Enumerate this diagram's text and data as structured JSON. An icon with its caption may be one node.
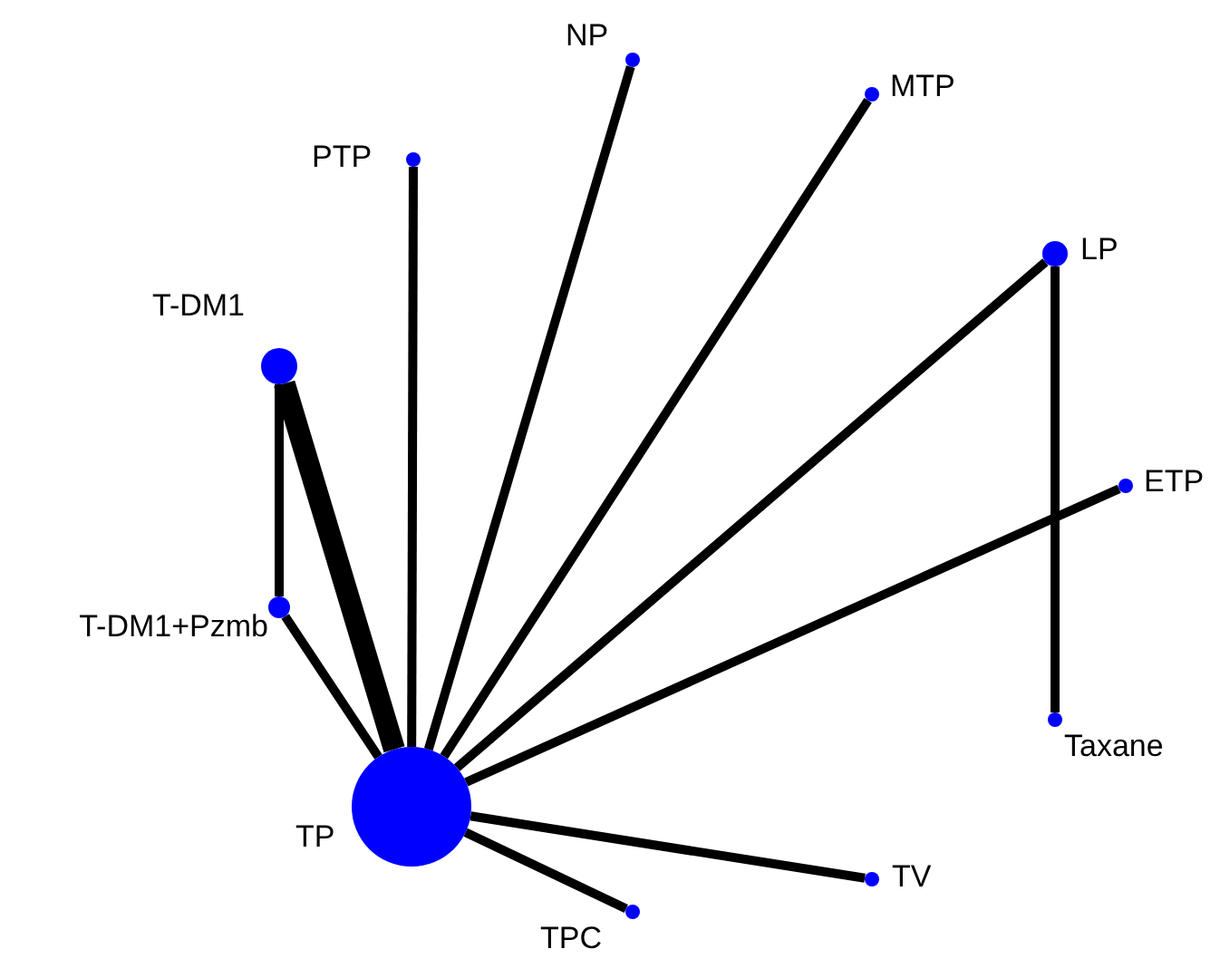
{
  "diagram": {
    "nodes": [
      {
        "text": [],
        "shape": "circle",
        "beside": [
          "TP"
        ]
      },
      {
        "text": [],
        "shape": "circle",
        "beside": [
          "T-DM1"
        ]
      },
      {
        "text": [],
        "shape": "circle",
        "beside": [
          "T-DM1+Pzmb"
        ]
      },
      {
        "text": [],
        "shape": "circle",
        "beside": [
          "PTP"
        ]
      },
      {
        "text": [],
        "shape": "circle",
        "beside": [
          "NP"
        ]
      },
      {
        "text": [],
        "shape": "circle",
        "beside": [
          "MTP"
        ]
      },
      {
        "text": [],
        "shape": "circle",
        "beside": [
          "LP"
        ]
      },
      {
        "text": [],
        "shape": "circle",
        "beside": [
          "ETP"
        ]
      },
      {
        "text": [],
        "shape": "circle",
        "beside": [
          "Taxane"
        ]
      },
      {
        "text": [],
        "shape": "circle",
        "beside": [
          "TV"
        ]
      },
      {
        "text": [],
        "shape": "circle",
        "beside": [
          "TPC"
        ]
      }
    ],
    "edges": [
      {
        "from": 0,
        "to": 1,
        "arrow": "none",
        "style": "thick"
      },
      {
        "from": 1,
        "to": 2,
        "arrow": "none"
      },
      {
        "from": 0,
        "to": 2,
        "arrow": "none"
      },
      {
        "from": 0,
        "to": 3,
        "arrow": "none"
      },
      {
        "from": 0,
        "to": 4,
        "arrow": "none"
      },
      {
        "from": 0,
        "to": 5,
        "arrow": "none"
      },
      {
        "from": 0,
        "to": 6,
        "arrow": "none"
      },
      {
        "from": 0,
        "to": 7,
        "arrow": "none"
      },
      {
        "from": 6,
        "to": 8,
        "arrow": "none"
      },
      {
        "from": 0,
        "to": 9,
        "arrow": "none"
      },
      {
        "from": 0,
        "to": 10,
        "arrow": "none"
      }
    ]
  }
}
